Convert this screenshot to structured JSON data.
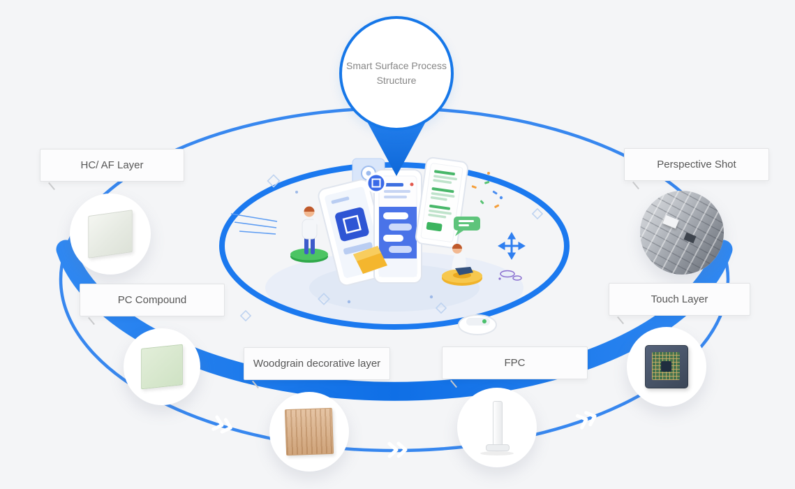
{
  "badge": {
    "title": "Smart Surface Process Structure"
  },
  "nodes": [
    {
      "id": "hc-af-layer",
      "label": "HC/ AF Layer"
    },
    {
      "id": "pc-compound",
      "label": "PC Compound"
    },
    {
      "id": "woodgrain-decorative-layer",
      "label": "Woodgrain decorative layer"
    },
    {
      "id": "fpc",
      "label": "FPC"
    },
    {
      "id": "touch-layer",
      "label": "Touch Layer"
    },
    {
      "id": "perspective-shot",
      "label": "Perspective Shot"
    }
  ],
  "icons": {
    "pin": "map-pin-pointer",
    "flow_arrows": "double-chevron-right"
  },
  "colors": {
    "primary_blue": "#1677e8",
    "band_blue_light": "#2f88f2",
    "band_blue_dark": "#0f6fe6",
    "background": "#f4f5f7",
    "label_text": "#565656",
    "badge_text": "#868686",
    "green_accent": "#4cc463",
    "yellow_accent": "#f0b32a"
  }
}
